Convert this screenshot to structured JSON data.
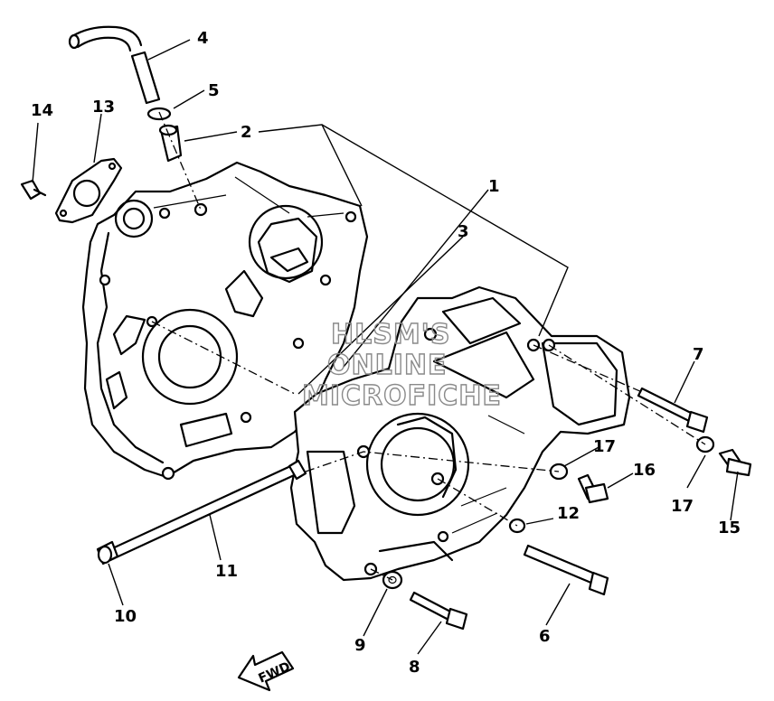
{
  "diagram": {
    "callouts": [
      "1",
      "2",
      "3",
      "4",
      "5",
      "6",
      "7",
      "8",
      "9",
      "10",
      "11",
      "12",
      "13",
      "14",
      "15",
      "16",
      "17",
      "17"
    ],
    "watermark": [
      "HLSM'S",
      "ONLINE",
      "MICROFICHE"
    ],
    "direction_arrow": "FWD"
  }
}
